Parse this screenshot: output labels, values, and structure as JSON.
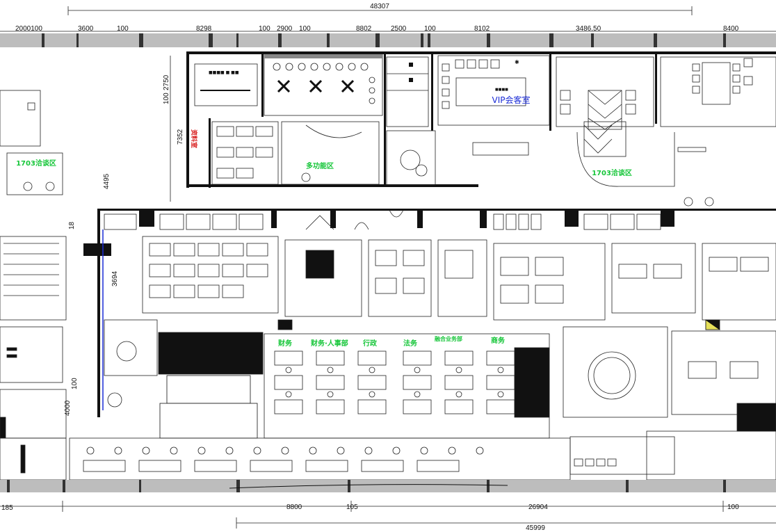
{
  "dimensions": {
    "top_total": "48307",
    "bottom_total": "45999",
    "top_segments": [
      "2000100",
      "3600",
      "100",
      "8298",
      "100",
      "2900",
      "100",
      "8802",
      "2500",
      "100",
      "8102",
      "3486.50",
      "8400"
    ],
    "bottom_segments": [
      "8800",
      "105",
      "26904",
      "100"
    ],
    "left_vertical": [
      "2750",
      "100",
      "7352",
      "4495",
      "18",
      "3694",
      "100",
      "4000"
    ]
  },
  "rooms": {
    "vip_room": "VIP会客室",
    "multi_function_area": "多功能区",
    "lounge_left": "1703洽谈区",
    "lounge_right": "1703洽谈区",
    "red_label": "资料室"
  },
  "workstation_labels": [
    "财务",
    "财务·人事部",
    "行政",
    "法务",
    "融合业务部",
    "商务"
  ],
  "colors": {
    "green_label": "#17c63a",
    "blue_label": "#1a2bd6",
    "red_label": "#d81c1c",
    "wall": "#111111",
    "background": "#ffffff"
  }
}
